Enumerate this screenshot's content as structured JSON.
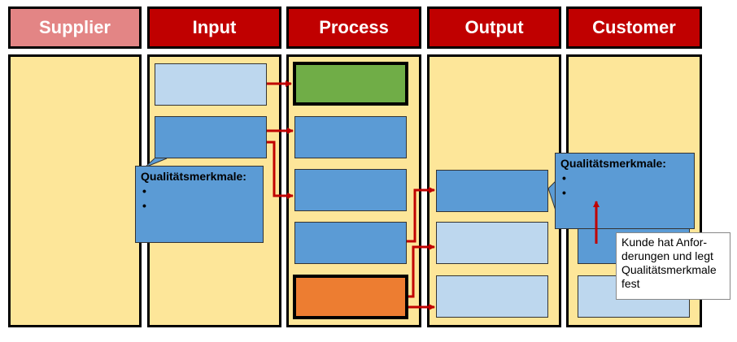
{
  "headers": {
    "supplier": "Supplier",
    "input": "Input",
    "process": "Process",
    "output": "Output",
    "customer": "Customer"
  },
  "colors": {
    "header_dark_red": "#c00000",
    "header_light_red": "#e38585",
    "lane_fill": "#fde699",
    "box_light_blue": "#bdd7ee",
    "box_mid_blue": "#5b9bd5",
    "box_green": "#70ad47",
    "box_orange": "#ed7d31",
    "arrow_red": "#c00000"
  },
  "callout_input": {
    "title": "Qualitätsmerkmale:",
    "bullets": [
      "",
      ""
    ]
  },
  "callout_customer": {
    "title": "Qualitätsmerkmale:",
    "bullets": [
      "",
      ""
    ]
  },
  "note": {
    "line1": "Kunde hat Anfor-",
    "line2": "derungen und legt",
    "line3": "Qualitätsmerkmale",
    "line4": "fest"
  }
}
